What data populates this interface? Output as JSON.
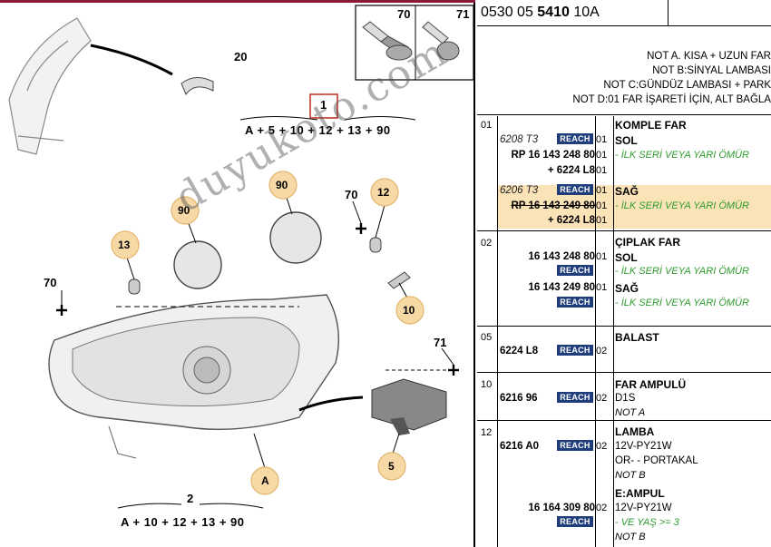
{
  "diagram": {
    "callouts": [
      "70",
      "71",
      "20",
      "1",
      "90",
      "90",
      "70",
      "12",
      "13",
      "70",
      "10",
      "71",
      "5",
      "A",
      "2"
    ],
    "formula_top": "A + 5 + 10 + 12 + 13 + 90",
    "formula_bottom": "A + 10 + 12 + 13 + 90",
    "watermark": "duyukoto.com",
    "accent_color": "#c0392b"
  },
  "header": {
    "ref_prefix": "0530 05 ",
    "ref_bold": "5410",
    "ref_suffix": " 10A"
  },
  "notes": [
    "NOT A. KISA + UZUN FAR",
    "NOT B:SİNYAL LAMBASI",
    "NOT C:GÜNDÜZ LAMBASI + PARK",
    "NOT D:01 FAR İŞARETİ İÇİN, ALT BAĞLA"
  ],
  "badge": "REACH",
  "rows": [
    {
      "pos": "01",
      "lines": [
        {
          "code": "",
          "qty": "",
          "text": "KOMPLE FAR",
          "style": "title"
        },
        {
          "code": "6208 T3",
          "code_style": "it",
          "reach": true,
          "qty": "01",
          "text": "SOL",
          "style": "title"
        },
        {
          "code": "RP 16 143 248 80",
          "qty": "01",
          "text": "- İLK SERİ VEYA YARI ÖMÜR",
          "style": "green"
        },
        {
          "code": "+ 6224 L8",
          "qty": "01",
          "text": "",
          "style": ""
        },
        {
          "code": "6206 T3",
          "code_style": "it",
          "reach": true,
          "qty": "01",
          "text": "SAĞ",
          "style": "title"
        },
        {
          "code": "RP 16 143 249 80",
          "qty": "01",
          "text": "- İLK SERİ VEYA YARI ÖMÜR",
          "style": "green"
        },
        {
          "code": "+ 6224 L8",
          "qty": "01",
          "text": "",
          "style": ""
        }
      ]
    },
    {
      "pos": "02",
      "lines": [
        {
          "code": "",
          "qty": "",
          "text": "ÇIPLAK FAR",
          "style": "title"
        },
        {
          "code": "16 143 248 80",
          "qty": "01",
          "text": "SOL",
          "style": "title"
        },
        {
          "code": "",
          "reach": true,
          "qty": "",
          "text": "- İLK SERİ VEYA YARI ÖMÜR",
          "style": "green"
        },
        {
          "code": "16 143 249 80",
          "qty": "01",
          "text": "SAĞ",
          "style": "title"
        },
        {
          "code": "",
          "reach": true,
          "qty": "",
          "text": "- İLK SERİ VEYA YARI ÖMÜR",
          "style": "green"
        }
      ]
    },
    {
      "pos": "05",
      "lines": [
        {
          "code": "",
          "qty": "",
          "text": "BALAST",
          "style": "title"
        },
        {
          "code": "6224 L8",
          "reach": true,
          "qty": "02",
          "text": "",
          "style": ""
        }
      ]
    },
    {
      "pos": "10",
      "lines": [
        {
          "code": "",
          "qty": "",
          "text": "FAR AMPULÜ",
          "style": "title"
        },
        {
          "code": "6216 96",
          "reach": true,
          "qty": "02",
          "text": "D1S",
          "style": "desc"
        },
        {
          "code": "",
          "qty": "",
          "text": "NOT A",
          "style": "nota"
        }
      ]
    },
    {
      "pos": "12",
      "lines": [
        {
          "code": "",
          "qty": "",
          "text": "LAMBA",
          "style": "title"
        },
        {
          "code": "6216 A0",
          "reach": true,
          "qty": "02",
          "text": "12V-PY21W",
          "style": "desc"
        },
        {
          "code": "",
          "qty": "",
          "text": "OR- - PORTAKAL",
          "style": "desc"
        },
        {
          "code": "",
          "qty": "",
          "text": "NOT B",
          "style": "nota"
        },
        {
          "code": "",
          "qty": "",
          "text": "E:AMPUL",
          "style": "title"
        },
        {
          "code": "16 164 309 80",
          "qty": "02",
          "text": "12V-PY21W",
          "style": "desc"
        },
        {
          "code": "",
          "reach": true,
          "qty": "",
          "text": "- VE YAŞ >= 3",
          "style": "green"
        },
        {
          "code": "",
          "qty": "",
          "text": "NOT B",
          "style": "nota"
        }
      ]
    }
  ]
}
